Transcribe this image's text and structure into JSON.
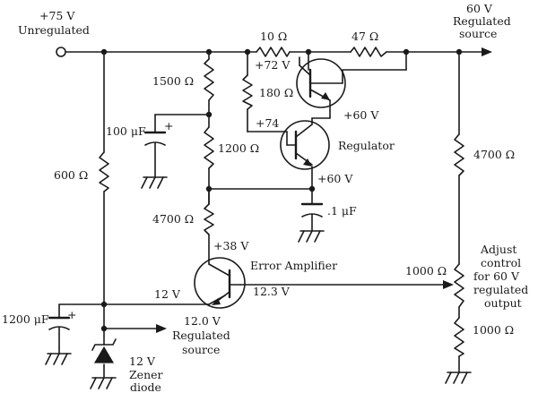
{
  "labels": {
    "input_voltage": "+75 V",
    "input_desc": "Unregulated",
    "output_voltage": "60 V",
    "output_desc_1": "Regulated",
    "output_desc_2": "source",
    "r_10": "10 Ω",
    "r_47": "47 Ω",
    "v_72": "+72 V",
    "r_1500": "1500 Ω",
    "r_180": "180 Ω",
    "v_74": "+74",
    "v_60_top": "+60 V",
    "c_100": "100 μF",
    "c_100_plus": "+",
    "r_1200": "1200 Ω",
    "regulator": "Regulator",
    "r_600": "600 Ω",
    "r_4700_right": "4700 Ω",
    "v_60_mid": "+60 V",
    "c_01": ".1 μF",
    "r_4700_left": "4700 Ω",
    "v_38": "+38 V",
    "error_amp": "Error Amplifier",
    "adjust_1": "Adjust",
    "adjust_2": "control",
    "adjust_3": "for 60 V",
    "adjust_4": "regulated",
    "adjust_5": "output",
    "r_1000_pot": "1000 Ω",
    "v_12": "12 V",
    "v_123": "12.3 V",
    "c_1200": "1200 μF",
    "c_1200_plus": "+",
    "v_120": "12.0 V",
    "reg_src_1": "Regulated",
    "reg_src_2": "source",
    "r_1000_bottom": "1000 Ω",
    "zener_1": "12 V",
    "zener_2": "Zener",
    "zener_3": "diode"
  }
}
